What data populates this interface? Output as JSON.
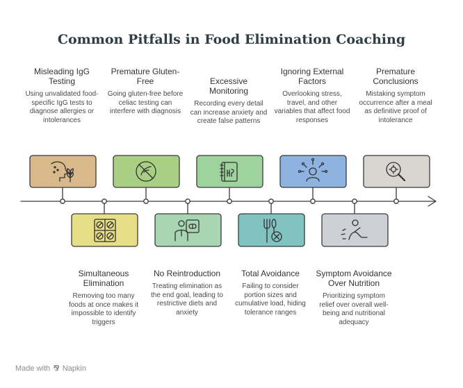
{
  "title": "Common Pitfalls in Food Elimination Coaching",
  "top_items": [
    {
      "heading": "Misleading IgG Testing",
      "description": "Using unvalidated food-specific IgG tests to diagnose allergies or intolerances",
      "icon": "head-with-plant-icon",
      "color": "#d9b98c"
    },
    {
      "heading": "Premature Gluten-Free",
      "description": "Going gluten-free before celiac testing can interfere with diagnosis",
      "icon": "no-gluten-icon",
      "color": "#a9cf84"
    },
    {
      "heading": "Excessive Monitoring",
      "description": "Recording every detail can increase anxiety and create false patterns",
      "icon": "food-journal-icon",
      "color": "#9fd39d"
    },
    {
      "heading": "Ignoring External Factors",
      "description": "Overlooking stress, travel, and other variables that affect food responses",
      "icon": "person-with-factors-icon",
      "color": "#8fb3e0"
    },
    {
      "heading": "Premature Conclusions",
      "description": "Mistaking symptom occurrence after a meal as definitive proof of intolerance",
      "icon": "magnifier-germ-icon",
      "color": "#d9d6d2"
    }
  ],
  "bottom_items": [
    {
      "heading": "Simultaneous Elimination",
      "description": "Removing too many foods at once makes it impossible to identify triggers",
      "icon": "blocked-grid-icon",
      "color": "#e6df88"
    },
    {
      "heading": "No Reintroduction",
      "description": "Treating elimination as the end goal, leading to restrictive diets and anxiety",
      "icon": "person-with-pill-icon",
      "color": "#a9d6b2"
    },
    {
      "heading": "Total Avoidance",
      "description": "Failing to consider portion sizes and cumulative load, hiding tolerance ranges",
      "icon": "utensils-cancel-icon",
      "color": "#80c3c0"
    },
    {
      "heading": "Symptom Avoidance Over Nutrition",
      "description": "Prioritizing symptom relief over overall well-being and nutritional adequacy",
      "icon": "person-resting-icon",
      "color": "#cdd0d4"
    }
  ],
  "footer": {
    "made_with": "Made with",
    "brand": "Napkin"
  }
}
